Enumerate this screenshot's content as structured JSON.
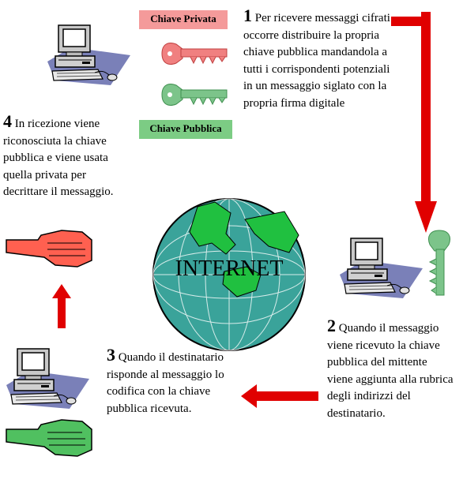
{
  "labels": {
    "private_key": "Chiave Privata",
    "public_key": "Chiave Pubblica",
    "internet": "INTERNET"
  },
  "steps": [
    {
      "num": "1",
      "text": "Per ricevere messaggi cifrati occorre distribuire la propria chiave pubblica mandandola a tutti i corrispondenti potenziali in un messaggio siglato con la propria firma digitale"
    },
    {
      "num": "2",
      "text": "Quando il messaggio viene ricevuto la chiave pubblica del mittente viene aggiunta alla rubrica degli indirizzi del destinatario."
    },
    {
      "num": "3",
      "text": "Quando il destinatario risponde al messaggio lo codifica con la chiave pubblica ricevuta."
    },
    {
      "num": "4",
      "text": "In ricezione viene riconosciuta la chiave pubblica e viene usata quella privata per decrittare il messaggio."
    }
  ],
  "colors": {
    "private_box": "#f49a9a",
    "public_box": "#7ccc84",
    "private_key": "#f08080",
    "public_key": "#7cc48a",
    "arrow": "#e00000",
    "globe_sea": "#3aa39a",
    "globe_land": "#20c040",
    "computer_shadow": "#7a80b8"
  },
  "icons": [
    "computer-icon",
    "key-icon",
    "hand-icon",
    "globe-icon",
    "arrow-icon"
  ]
}
